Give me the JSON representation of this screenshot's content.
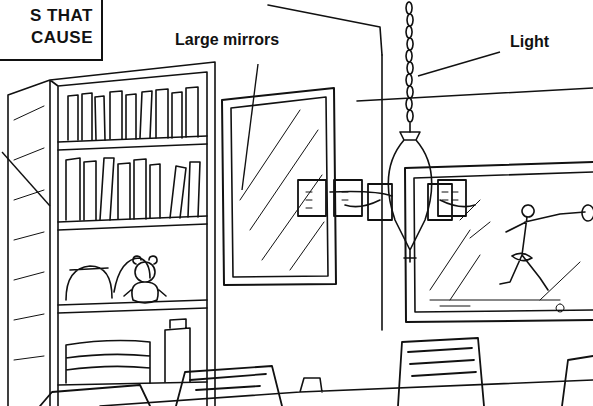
{
  "diagram": {
    "nodes": [
      {
        "text": [
          "S THAT CAUSE"
        ]
      }
    ],
    "labels": [
      "Large mirrors",
      "Light"
    ]
  }
}
